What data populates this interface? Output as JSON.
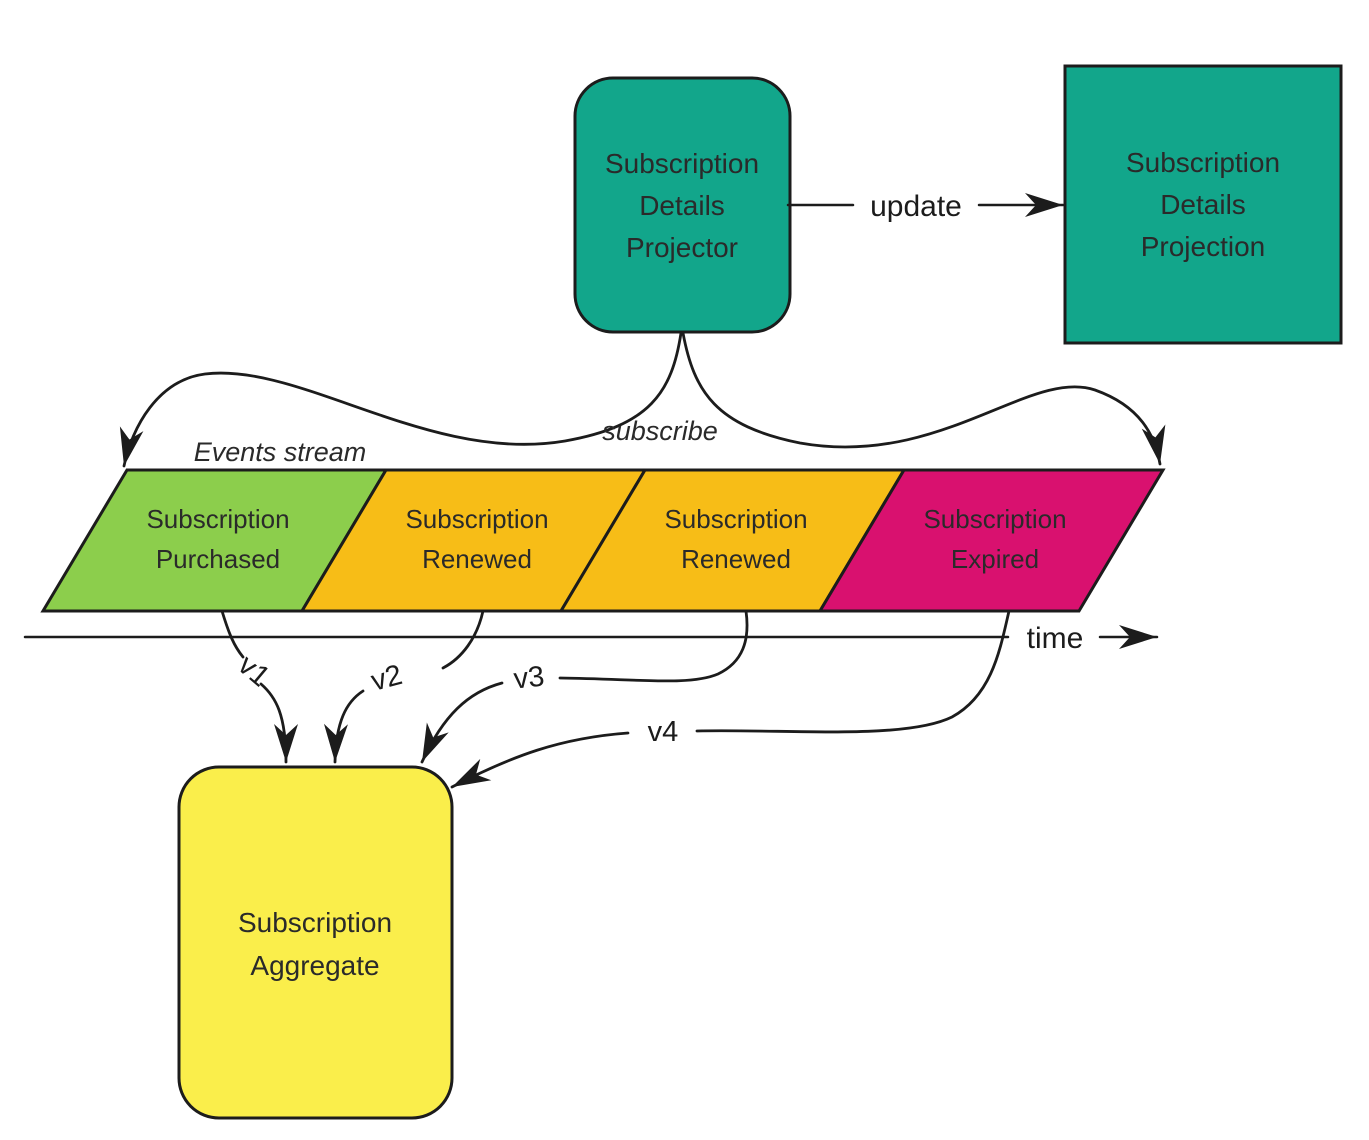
{
  "colors": {
    "teal": "#12A68B",
    "green": "#8CCE4C",
    "amber": "#F7BD17",
    "pink": "#D9116F",
    "yellow": "#FAEE4B",
    "ink": "#1C1C1C"
  },
  "nodes": {
    "projector": {
      "lines": [
        "Subscription",
        "Details",
        "Projector"
      ]
    },
    "projection": {
      "lines": [
        "Subscription",
        "Details",
        "Projection"
      ]
    },
    "aggregate": {
      "lines": [
        "Subscription",
        "Aggregate"
      ]
    }
  },
  "stream": {
    "title": "Events stream",
    "events": [
      {
        "lines": [
          "Subscription",
          "Purchased"
        ],
        "version": "v1"
      },
      {
        "lines": [
          "Subscription",
          "Renewed"
        ],
        "version": "v2"
      },
      {
        "lines": [
          "Subscription",
          "Renewed"
        ],
        "version": "v3"
      },
      {
        "lines": [
          "Subscription",
          "Expired"
        ],
        "version": "v4"
      }
    ]
  },
  "edges": {
    "update": "update",
    "subscribe": "subscribe"
  },
  "axis": {
    "label": "time"
  }
}
